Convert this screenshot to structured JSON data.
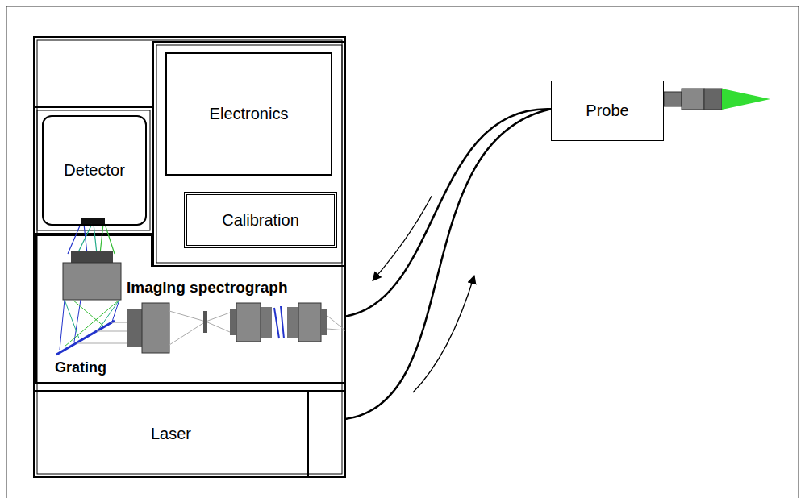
{
  "diagram": {
    "nodes": [
      {
        "text": [
          "Detector"
        ]
      },
      {
        "text": [
          "Electronics"
        ]
      },
      {
        "text": [
          "Calibration"
        ]
      },
      {
        "text": [
          "Imaging spectrograph"
        ]
      },
      {
        "text": [
          "Laser"
        ]
      },
      {
        "text": [
          "Probe"
        ]
      }
    ],
    "edges": [
      {
        "from": 4,
        "to": 5,
        "arrow": "to"
      },
      {
        "from": 5,
        "to": 3,
        "arrow": "to"
      }
    ],
    "labels": [
      "Grating"
    ]
  }
}
